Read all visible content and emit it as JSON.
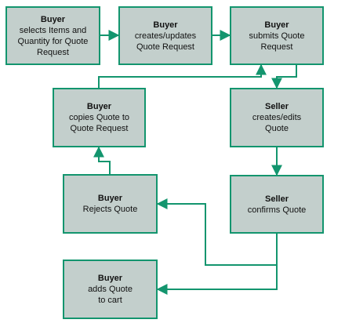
{
  "colors": {
    "box_fill": "#c3cfcc",
    "accent": "#13956e"
  },
  "steps": [
    {
      "role": "Buyer",
      "lines": [
        "selects Items and",
        "Quantity for Quote",
        "Request"
      ]
    },
    {
      "role": "Buyer",
      "lines": [
        "creates/updates",
        "Quote Request"
      ]
    },
    {
      "role": "Buyer",
      "lines": [
        "submits Quote",
        "Request"
      ]
    },
    {
      "role": "Buyer",
      "lines": [
        "copies Quote to",
        "Quote Request"
      ]
    },
    {
      "role": "Seller",
      "lines": [
        "creates/edits",
        "Quote"
      ]
    },
    {
      "role": "Buyer",
      "lines": [
        "Rejects Quote"
      ]
    },
    {
      "role": "Seller",
      "lines": [
        "confirms Quote"
      ]
    },
    {
      "role": "Buyer",
      "lines": [
        "adds Quote",
        "to cart"
      ]
    }
  ]
}
